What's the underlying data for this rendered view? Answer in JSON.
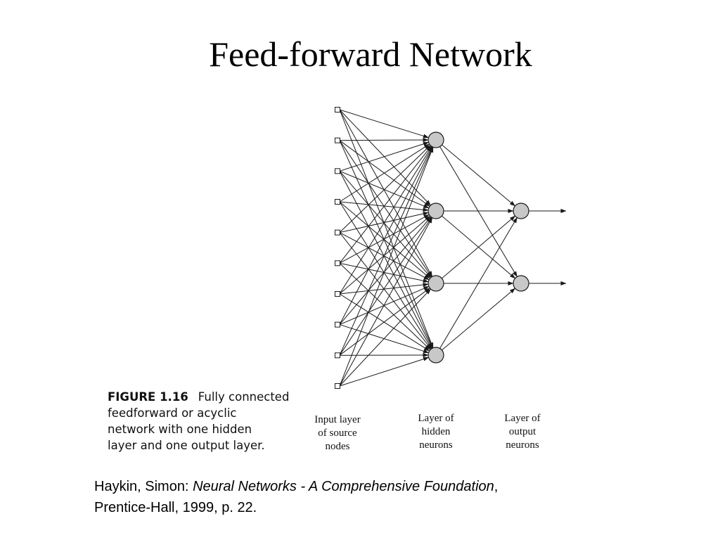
{
  "title": "Feed-forward Network",
  "figure": {
    "number": "FIGURE 1.16",
    "caption_lines": [
      "Fully connected",
      "feedforward or acyclic",
      "network with one hidden",
      "layer and one output layer."
    ]
  },
  "layers": {
    "input": {
      "label_lines": [
        "Input layer",
        "of source",
        "nodes"
      ],
      "node_count": 10
    },
    "hidden": {
      "label_lines": [
        "Layer of",
        "hidden",
        "neurons"
      ],
      "node_count": 4
    },
    "output": {
      "label_lines": [
        "Layer of",
        "output",
        "neurons"
      ],
      "node_count": 2
    }
  },
  "citation": {
    "author": "Haykin, Simon: ",
    "work": "Neural Networks - A Comprehensive Foundation",
    "after_work": ",",
    "publisher_line": "Prentice-Hall, 1999, p. 22."
  },
  "colors": {
    "ink": "#1a1a1a",
    "neuron_fill": "#c8c8c8"
  }
}
